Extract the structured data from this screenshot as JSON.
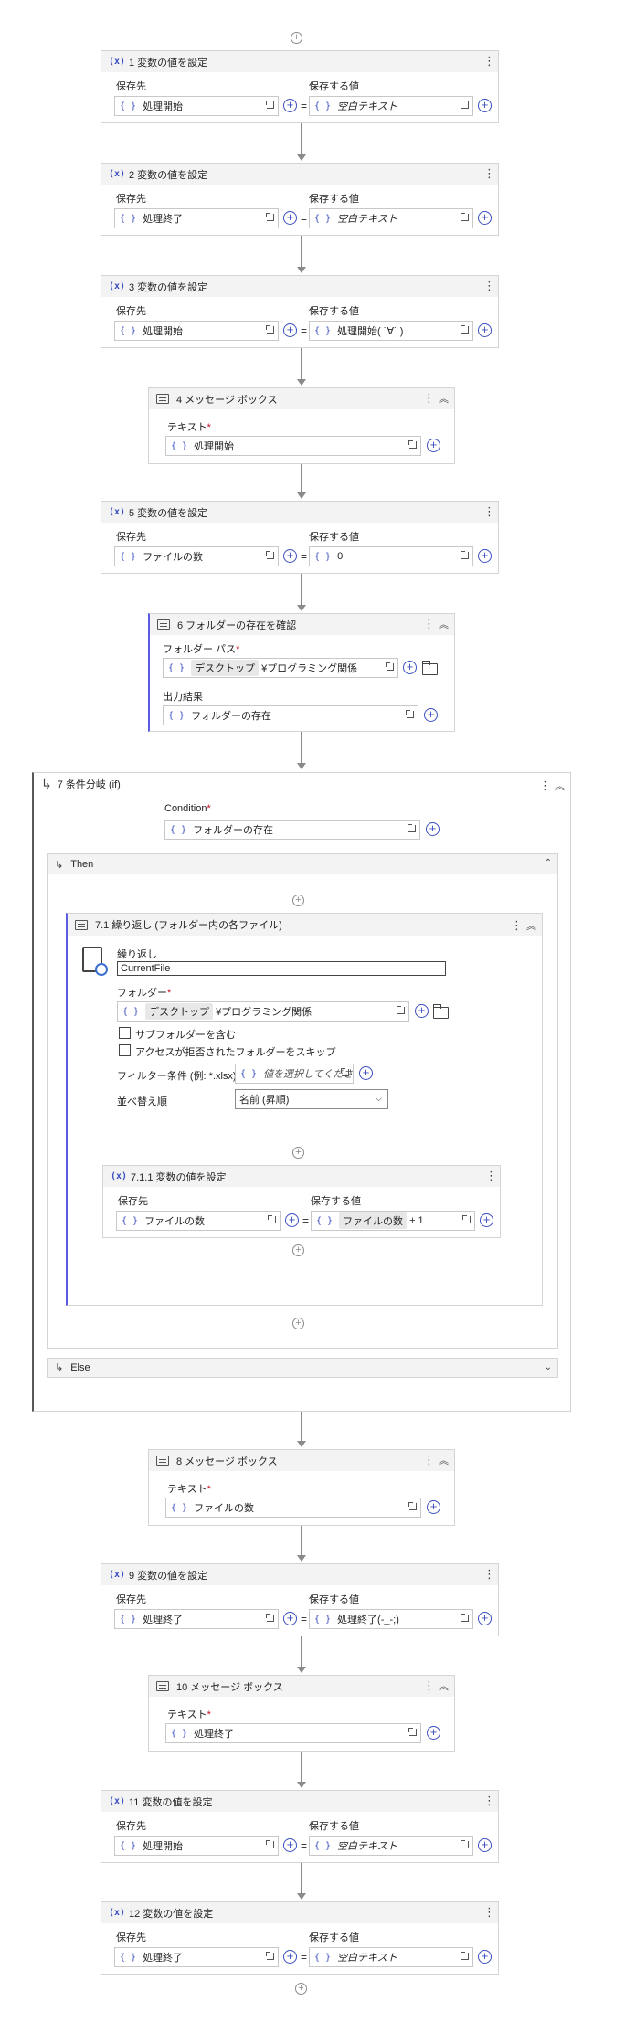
{
  "common": {
    "save_to": "保存先",
    "value_to_save": "保存する値",
    "text_label": "テキスト",
    "required_mark": "*",
    "var_bracket": "{ }",
    "plus": "+",
    "equals": "=",
    "kebab": "⋮",
    "collapse": "︽",
    "x_icon": "(x)",
    "add_circle": "+"
  },
  "steps": {
    "s1": {
      "title": "1 変数の値を設定",
      "target": "処理開始",
      "value": "空白テキスト"
    },
    "s2": {
      "title": "2 変数の値を設定",
      "target": "処理終了",
      "value": "空白テキスト"
    },
    "s3": {
      "title": "3 変数の値を設定",
      "target": "処理開始",
      "value": "処理開始( ˙∀˙ )"
    },
    "s4": {
      "title": "4 メッセージ ボックス",
      "text": "処理開始"
    },
    "s5": {
      "title": "5 変数の値を設定",
      "target": "ファイルの数",
      "value": "0"
    },
    "s6": {
      "title": "6 フォルダーの存在を確認",
      "folder_path_label": "フォルダー パス",
      "folder_pill": "デスクトップ",
      "folder_rest": "¥プログラミング関係",
      "output_label": "出力結果",
      "output": "フォルダーの存在"
    },
    "s7": {
      "title": "7 条件分岐 (if)",
      "condition_label": "Condition",
      "condition": "フォルダーの存在",
      "then_label": "Then",
      "else_label": "Else"
    },
    "s71": {
      "title": "7.1 繰り返し (フォルダー内の各ファイル)",
      "loop_label": "繰り返し",
      "loop_var": "CurrentFile",
      "folder_label": "フォルダー",
      "folder_pill": "デスクトップ",
      "folder_rest": "¥プログラミング関係",
      "include_sub": "サブフォルダーを含む",
      "skip_denied": "アクセスが拒否されたフォルダーをスキップ",
      "filter_label": "フィルター条件 (例: *.xlsx)",
      "filter_placeholder": "値を選択してくださ...",
      "sort_label": "並べ替え順",
      "sort_value": "名前 (昇順)"
    },
    "s711": {
      "title": "7.1.1 変数の値を設定",
      "target": "ファイルの数",
      "value_pill": "ファイルの数",
      "value_rest": "+ 1"
    },
    "s8": {
      "title": "8 メッセージ ボックス",
      "text": "ファイルの数"
    },
    "s9": {
      "title": "9 変数の値を設定",
      "target": "処理終了",
      "value": "処理終了(-_-;)"
    },
    "s10": {
      "title": "10 メッセージ ボックス",
      "text": "処理終了"
    },
    "s11": {
      "title": "11 変数の値を設定",
      "target": "処理開始",
      "value": "空白テキスト"
    },
    "s12": {
      "title": "12 変数の値を設定",
      "target": "処理終了",
      "value": "空白テキスト"
    }
  }
}
